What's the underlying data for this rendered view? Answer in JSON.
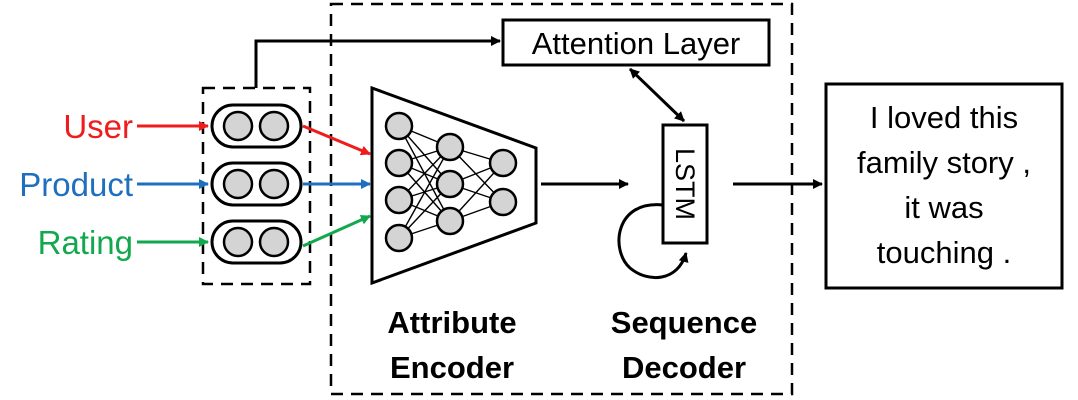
{
  "inputs": [
    {
      "label": "User",
      "color": "#ee1c1c"
    },
    {
      "label": "Product",
      "color": "#1f6fbf"
    },
    {
      "label": "Rating",
      "color": "#12a84e"
    }
  ],
  "attention_label": "Attention Layer",
  "lstm_label": "LSTM",
  "encoder_label": {
    "line1": "Attribute",
    "line2": "Encoder"
  },
  "decoder_label": {
    "line1": "Sequence",
    "line2": "Decoder"
  },
  "output_text": {
    "line1": "I loved this",
    "line2": "family story ,",
    "line3": "it was",
    "line4": "touching ."
  },
  "colors": {
    "stroke": "#000000",
    "node_fill": "#d4d4d4",
    "background": "#ffffff"
  }
}
